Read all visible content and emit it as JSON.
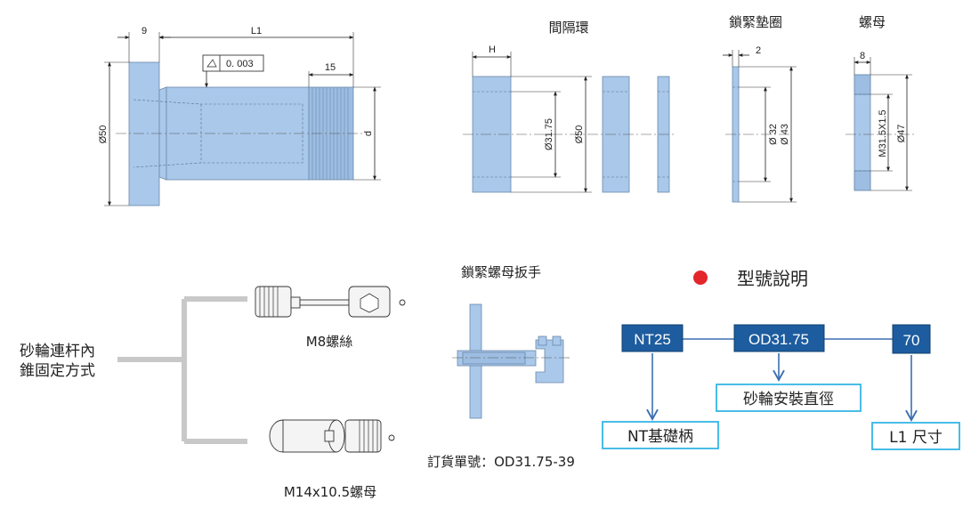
{
  "shank_drawing": {
    "dim_9": "9",
    "dim_L1": "L1",
    "dim_15": "15",
    "flatness": "0. 003",
    "dim_d50": "Ø50",
    "dim_d": "d"
  },
  "spacer": {
    "title": "間隔環",
    "dim_H": "H",
    "dim_inner": "Ø31.75",
    "dim_outer": "Ø50"
  },
  "lock_washer": {
    "title": "鎖緊墊圈",
    "dim_2": "2",
    "dim_inner": "Ø 32",
    "dim_outer": "Ø 43"
  },
  "nut": {
    "title": "螺母",
    "dim_8": "8",
    "dim_thread": "M31.5X1.5",
    "dim_outer": "Ø47"
  },
  "fixing": {
    "label_line1": "砂輪連杆內",
    "label_line2": "錐固定方式",
    "m8_label": "M8螺絲",
    "m14_label": "M14x10.5螺母"
  },
  "wrench": {
    "title": "鎖緊螺母扳手",
    "order_no": "訂貨單號：OD31.75-39"
  },
  "model": {
    "title": "型號說明",
    "box1": "NT25",
    "box2": "OD31.75",
    "box3": "70",
    "desc1": "NT基礎柄",
    "desc2": "砂輪安裝直徑",
    "desc3": "L1 尺寸",
    "dot_color": "#e3262b",
    "box_color": "#1d5c9e",
    "outline_color": "#35b6e6"
  }
}
